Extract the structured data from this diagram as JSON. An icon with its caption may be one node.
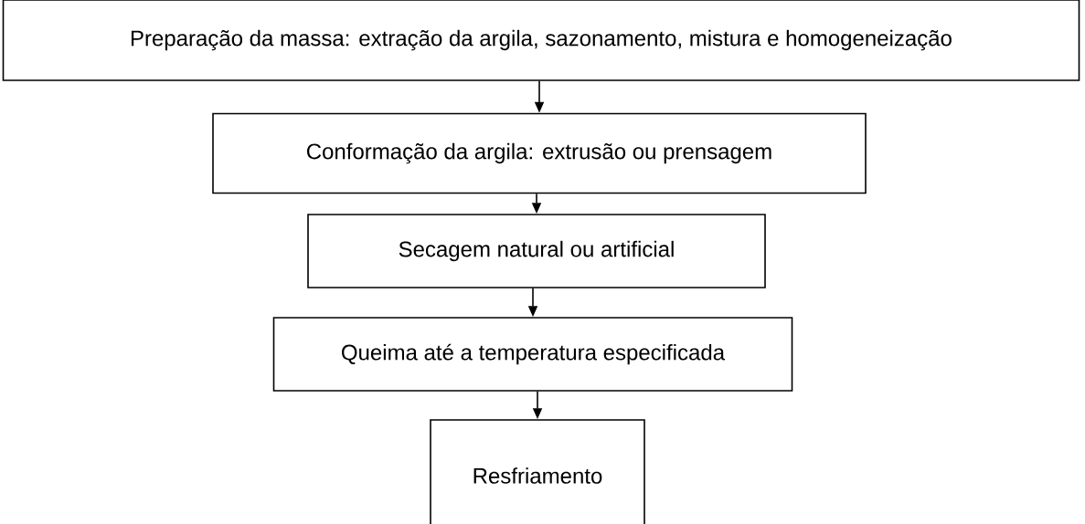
{
  "diagram": {
    "nodes": [
      {
        "text": [
          "Preparação da massa: extração da argila, sazonamento, mistura e homogeneização"
        ]
      },
      {
        "text": [
          "Conformação da argila: extrusão ou prensagem"
        ]
      },
      {
        "text": [
          "Secagem natural ou artificial"
        ]
      },
      {
        "text": [
          "Queima até a temperatura especificada"
        ]
      },
      {
        "text": [
          "Resfriamento"
        ]
      }
    ],
    "edges": [
      {
        "from": 0,
        "to": 1,
        "arrow": "to"
      },
      {
        "from": 1,
        "to": 2,
        "arrow": "to"
      },
      {
        "from": 2,
        "to": 3,
        "arrow": "to"
      },
      {
        "from": 3,
        "to": 4,
        "arrow": "to"
      }
    ]
  }
}
